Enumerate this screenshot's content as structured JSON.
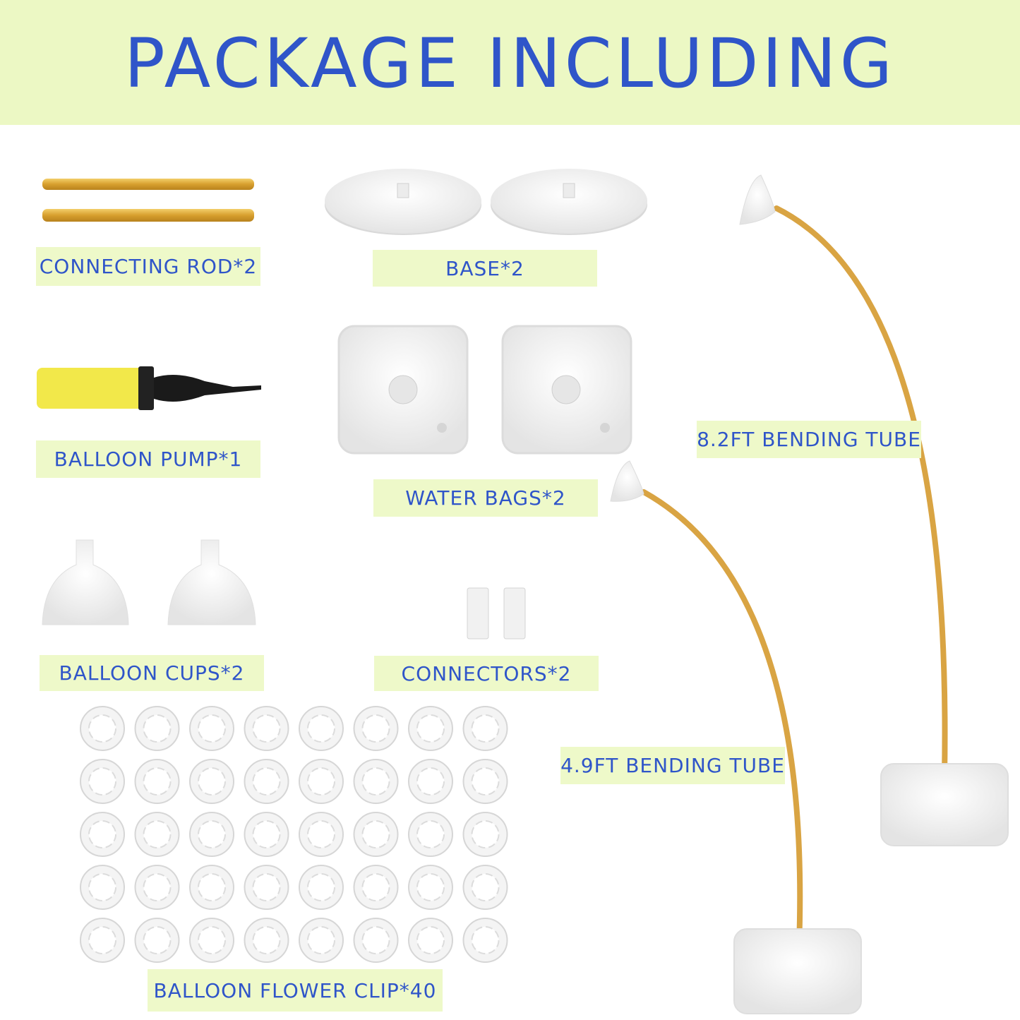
{
  "title": "PACKAGE INCLUDING",
  "items": {
    "connecting_rod": "CONNECTING ROD*2",
    "base": "BASE*2",
    "balloon_pump": "BALLOON PUMP*1",
    "water_bags": "WATER BAGS*2",
    "bending_tube_long": "8.2FT BENDING TUBE",
    "bending_tube_short": "4.9FT BENDING TUBE",
    "balloon_cups": "BALLOON CUPS*2",
    "connectors": "CONNECTORS*2",
    "flower_clip": "BALLOON FLOWER CLIP*40"
  },
  "colors": {
    "header_bg": "#ecf8c4",
    "label_bg": "#eef9c9",
    "text": "#2f55c9",
    "gold": "#d9a443"
  }
}
